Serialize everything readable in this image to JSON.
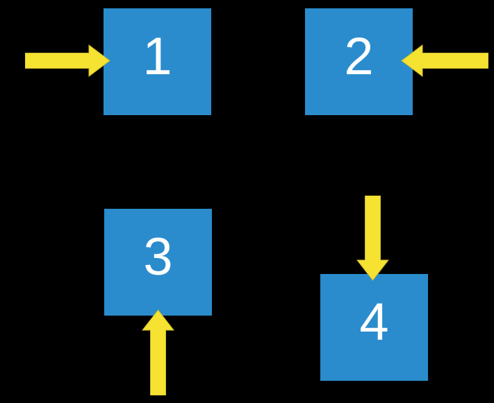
{
  "title": "four-squares-arrow-diagram",
  "colors": {
    "background": "#000000",
    "square": "#2A8CCC",
    "arrow": "#F5E231",
    "arrow_edge": "#CDBB2F",
    "label": "#FFFFFF"
  },
  "squares": [
    {
      "label": "1",
      "position": "top-left"
    },
    {
      "label": "2",
      "position": "top-right"
    },
    {
      "label": "3",
      "position": "bottom-left"
    },
    {
      "label": "4",
      "position": "bottom-right"
    }
  ],
  "arrows": [
    {
      "icon": "arrow-right-icon",
      "direction": "right",
      "points_to": "1",
      "enters_from": "left side"
    },
    {
      "icon": "arrow-left-icon",
      "direction": "left",
      "points_to": "2",
      "enters_from": "right side"
    },
    {
      "icon": "arrow-up-icon",
      "direction": "up",
      "points_to": "3",
      "enters_from": "bottom side"
    },
    {
      "icon": "arrow-down-icon",
      "direction": "down",
      "points_to": "4",
      "enters_from": "top side"
    }
  ]
}
